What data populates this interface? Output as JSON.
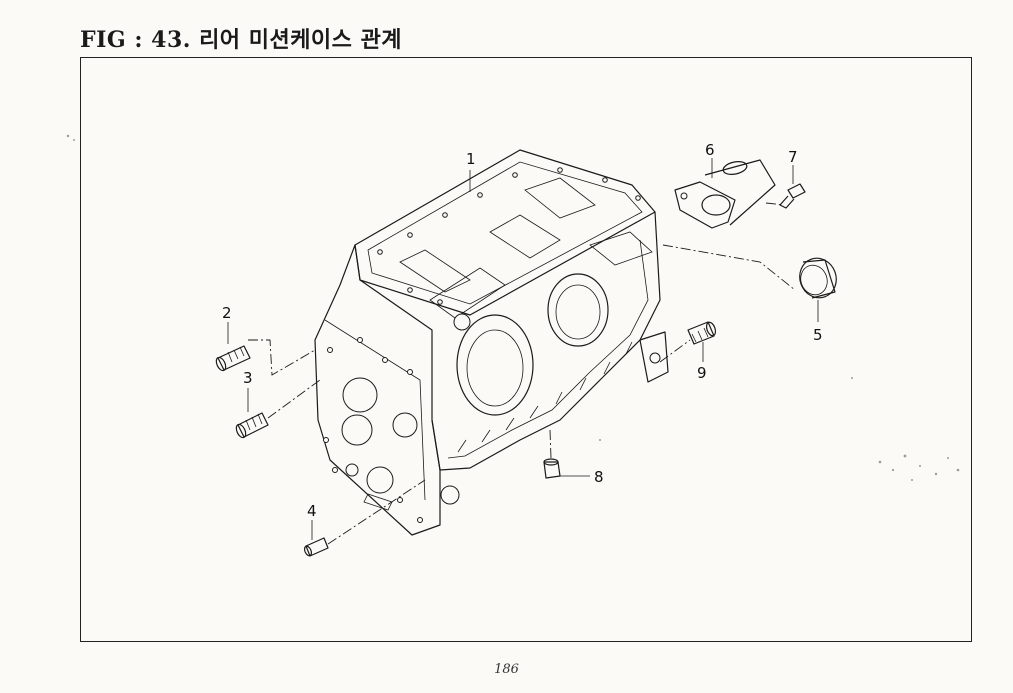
{
  "figure": {
    "title": "FIG : 43. 리어 미션케이스 관계",
    "page_number": "186"
  },
  "callouts": [
    "1",
    "2",
    "3",
    "4",
    "5",
    "6",
    "7",
    "8",
    "9"
  ]
}
